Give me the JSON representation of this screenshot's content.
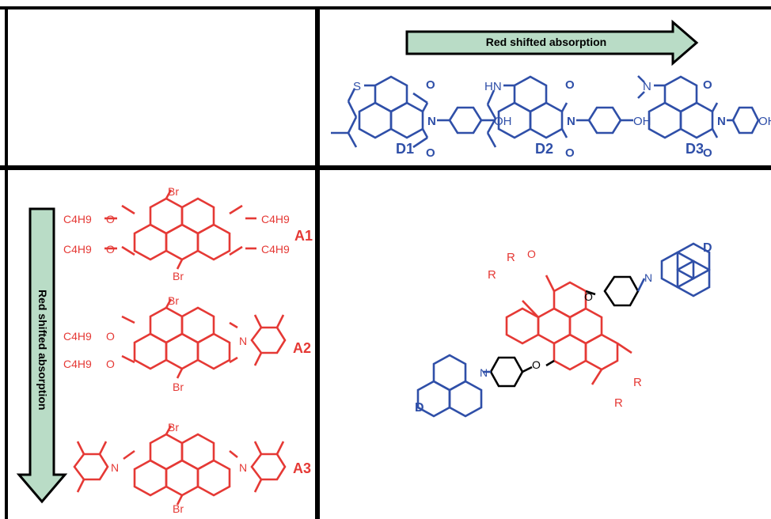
{
  "colors": {
    "donor": "#2f4fa8",
    "acceptor": "#e53935",
    "arrow_fill": "#b9dcc6",
    "border": "#000000",
    "linker": "#000000"
  },
  "top_arrow": {
    "label": "Red shifted absorption"
  },
  "left_arrow": {
    "label": "Red shifted absorption"
  },
  "donors": [
    {
      "label": "D1",
      "substituent": "S",
      "end_group": "OH"
    },
    {
      "label": "D2",
      "substituent": "HN",
      "end_group": "OH"
    },
    {
      "label": "D3",
      "substituent": "N",
      "end_group": "OH"
    }
  ],
  "acceptors": [
    {
      "label": "A1",
      "top_sub": "Br",
      "bottom_sub": "Br",
      "ester_groups": [
        "C4H9",
        "C4H9",
        "C4H9",
        "C4H9"
      ]
    },
    {
      "label": "A2",
      "top_sub": "Br",
      "bottom_sub": "Br",
      "ester_groups": [
        "C4H9",
        "C4H9"
      ]
    },
    {
      "label": "A3",
      "top_sub": "Br",
      "bottom_sub": "Br"
    }
  ],
  "conjugate": {
    "r_labels": [
      "R",
      "R",
      "R",
      "R"
    ],
    "d_labels": [
      "D",
      "D"
    ],
    "atoms": {
      "o": "O",
      "n": "N"
    }
  },
  "atom_labels": {
    "o": "O",
    "n": "N"
  }
}
